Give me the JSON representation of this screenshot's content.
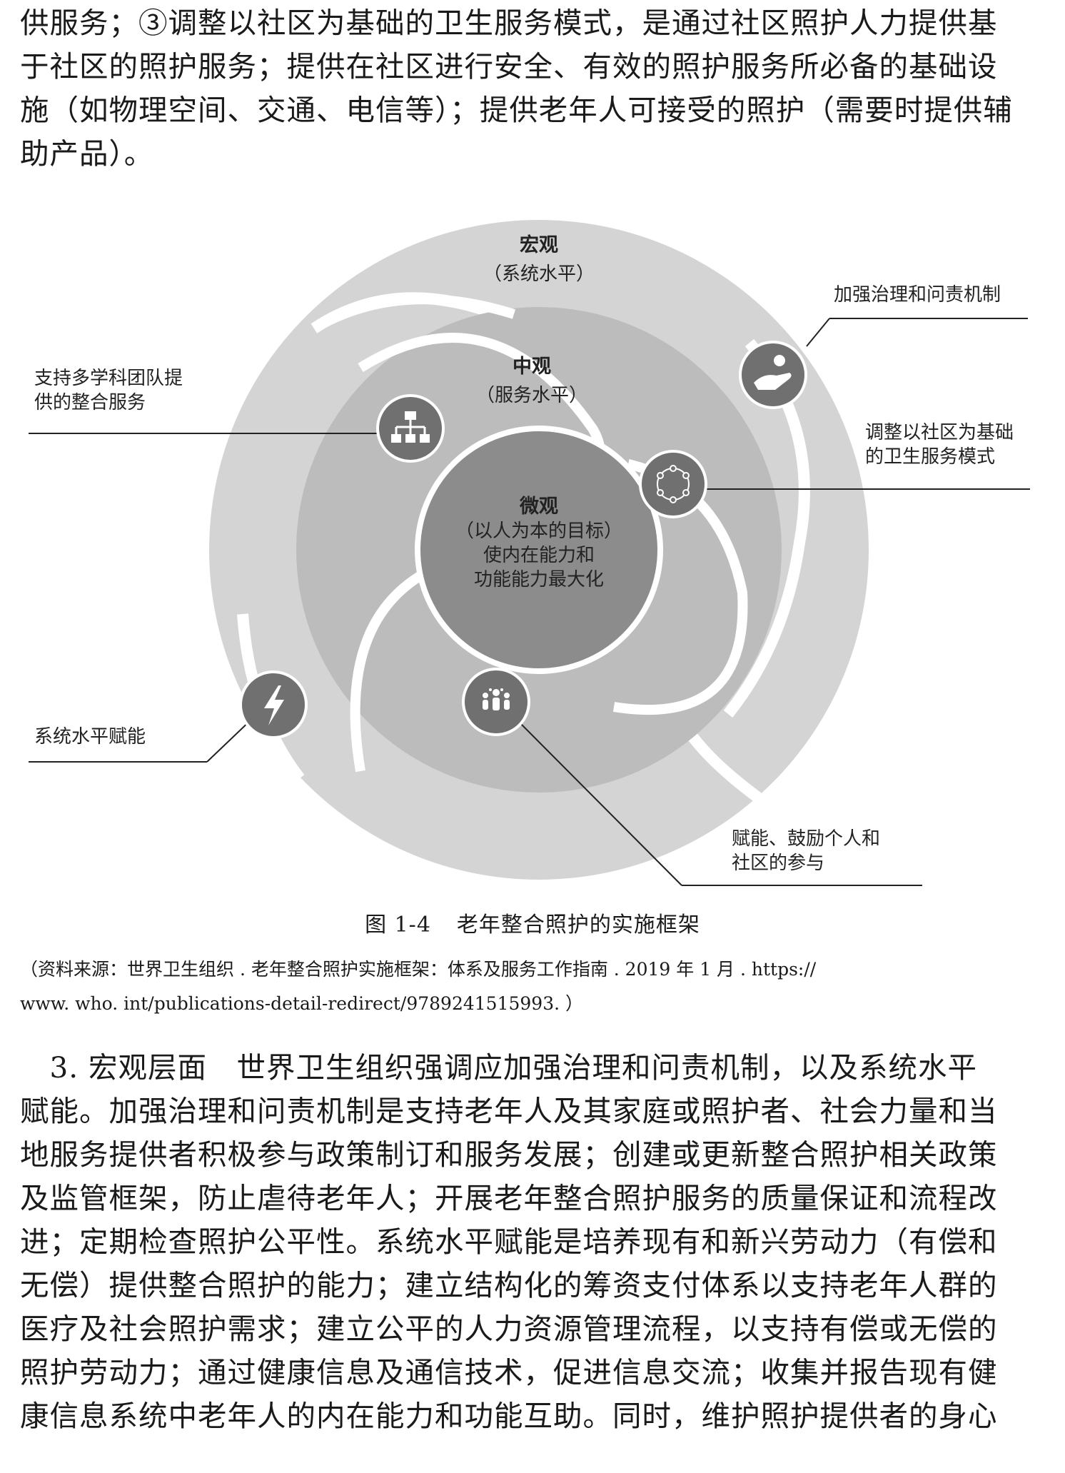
{
  "top_paragraph": {
    "lines": [
      "供服务；③调整以社区为基础的卫生服务模式，是通过社区照护人力提供基",
      "于社区的照护服务；提供在社区进行安全、有效的照护服务所必备的基础设",
      "施（如物理空间、交通、电信等）；提供老年人可接受的照护（需要时提供辅",
      "助产品）。"
    ]
  },
  "figure": {
    "macro": {
      "title": "宏观",
      "subtitle": "（系统水平）"
    },
    "meso": {
      "title": "中观",
      "subtitle": "（服务水平）"
    },
    "micro": {
      "title": "微观",
      "line1": "（以人为本的目标）",
      "line2": "使内在能力和",
      "line3": "功能能力最大化"
    },
    "callouts": {
      "governance": "加强治理和问责机制",
      "multidisciplinary": [
        "支持多学科团队提",
        "供的整合服务"
      ],
      "community_model": [
        "调整以社区为基础",
        "的卫生服务模式"
      ],
      "system_enablers": "系统水平赋能",
      "engagement": [
        "赋能、鼓励个人和",
        "社区的参与"
      ]
    },
    "icons": [
      "hand-heart-icon",
      "org-chart-icon",
      "network-circle-icon",
      "lightning-icon",
      "people-group-icon"
    ],
    "colors": {
      "outer_ring": "#d4d4d4",
      "middle": "#bcbcbc",
      "center": "#8c8c8c",
      "icon_bg": "#707070"
    }
  },
  "caption": {
    "number": "图 1-4",
    "title": "老年整合照护的实施框架"
  },
  "source": {
    "line1": "（资料来源：世界卫生组织 . 老年整合照护实施框架：体系及服务工作指南 . 2019 年 1 月 . https://",
    "line2": "www. who. int/publications-detail-redirect/9789241515993. ）"
  },
  "bottom_paragraph": {
    "lines": [
      "　3. 宏观层面　世界卫生组织强调应加强治理和问责机制，以及系统水平",
      "赋能。加强治理和问责机制是支持老年人及其家庭或照护者、社会力量和当",
      "地服务提供者积极参与政策制订和服务发展；创建或更新整合照护相关政策",
      "及监管框架，防止虐待老年人；开展老年整合照护服务的质量保证和流程改",
      "进；定期检查照护公平性。系统水平赋能是培养现有和新兴劳动力（有偿和",
      "无偿）提供整合照护的能力；建立结构化的筹资支付体系以支持老年人群的",
      "医疗及社会照护需求；建立公平的人力资源管理流程，以支持有偿或无偿的",
      "照护劳动力；通过健康信息及通信技术，促进信息交流；收集并报告现有健",
      "康信息系统中老年人的内在能力和功能互助。同时，维护照护提供者的身心"
    ]
  }
}
